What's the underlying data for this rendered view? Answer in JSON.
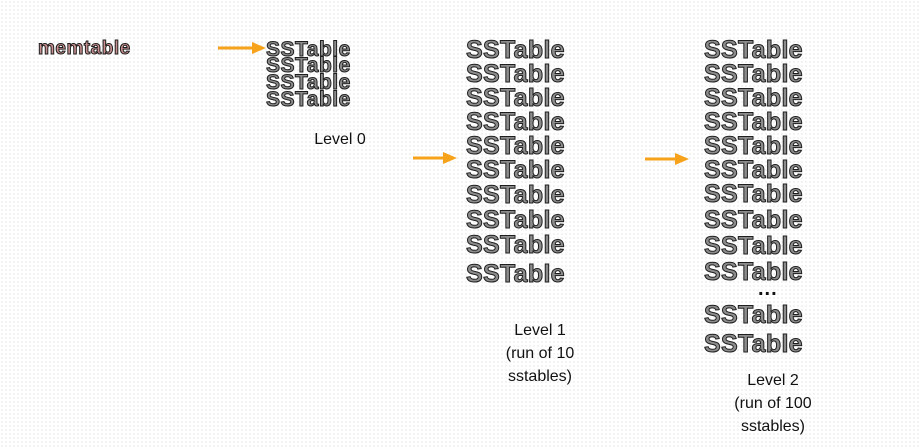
{
  "colors": {
    "arrow": "#f7a21b",
    "memtable_fill": "#c98f8f",
    "sstable_fill": "#8c8c8c",
    "outline": "#1e1e1e"
  },
  "memtable": {
    "label": "memtable"
  },
  "level0": {
    "label": "Level 0",
    "sstables": [
      "SSTable",
      "SSTable",
      "SSTable",
      "SSTable"
    ]
  },
  "level1": {
    "label": "Level 1\n(run of 10\nsstables)",
    "sstables": [
      "SSTable",
      "SSTable",
      "SSTable",
      "SSTable",
      "SSTable",
      "SSTable",
      "SSTable",
      "SSTable",
      "SSTable",
      "SSTable"
    ]
  },
  "level2": {
    "label": "Level 2\n(run of 100\nsstables)",
    "sstables_top": [
      "SSTable",
      "SSTable",
      "SSTable",
      "SSTable",
      "SSTable",
      "SSTable",
      "SSTable",
      "SSTable",
      "SSTable",
      "SSTable"
    ],
    "ellipsis": "...",
    "sstables_bottom": [
      "SSTable",
      "SSTable"
    ]
  }
}
